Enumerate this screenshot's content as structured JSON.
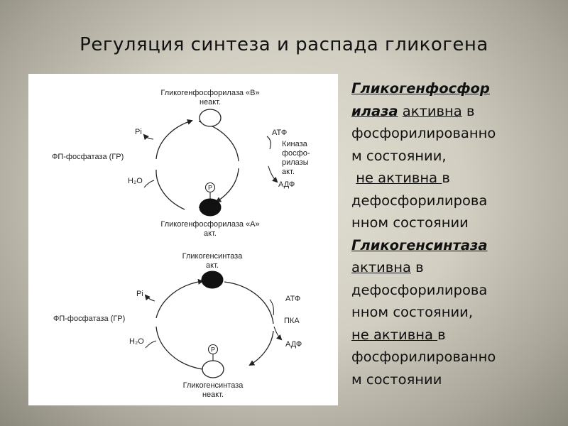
{
  "slide": {
    "title": "Регуляция синтеза и распада гликогена"
  },
  "diagram": {
    "phosphorylase": {
      "top_name": "Гликогенфосфорилаза «В»",
      "top_state": "неакт.",
      "bottom_name": "Гликогенфосфорилаза «А»",
      "bottom_state": "акт.",
      "left_top": "Pi",
      "left_enzyme": "ФП-фосфатаза (ГР)",
      "left_bottom": "H₂O",
      "right_top": "АТФ",
      "right_enzyme": [
        "Киназа",
        "фосфо-",
        "рилазы",
        "акт."
      ],
      "right_bottom": "АДФ",
      "phosphate_mark": "P"
    },
    "synthase": {
      "top_name": "Гликогенсинтаза",
      "top_state": "акт.",
      "bottom_name": "Гликогенсинтаза",
      "bottom_state": "неакт.",
      "left_top": "Pi",
      "left_enzyme": "ФП-фосфатаза (ГР)",
      "left_bottom": "H₂O",
      "right_top": "АТФ",
      "right_enzyme": "ПКА",
      "right_bottom": "АДФ",
      "phosphate_mark": "P"
    }
  },
  "text": {
    "lines": [
      [
        "Гликогенфосфор"
      ],
      [
        "илаза",
        " ",
        "активна",
        " в"
      ],
      [
        "фосфорилированно"
      ],
      [
        "м состоянии,"
      ],
      [
        " ",
        "не активна ",
        "в"
      ],
      [
        "дефосфорилирова"
      ],
      [
        "нном состоянии"
      ],
      [
        "Гликогенсинтаза"
      ],
      [
        "активна",
        " в"
      ],
      [
        "дефосфорилирова"
      ],
      [
        "нном состоянии,"
      ],
      [
        "не активна ",
        "в"
      ],
      [
        "фосфорилированно"
      ],
      [
        "м состоянии"
      ]
    ]
  }
}
